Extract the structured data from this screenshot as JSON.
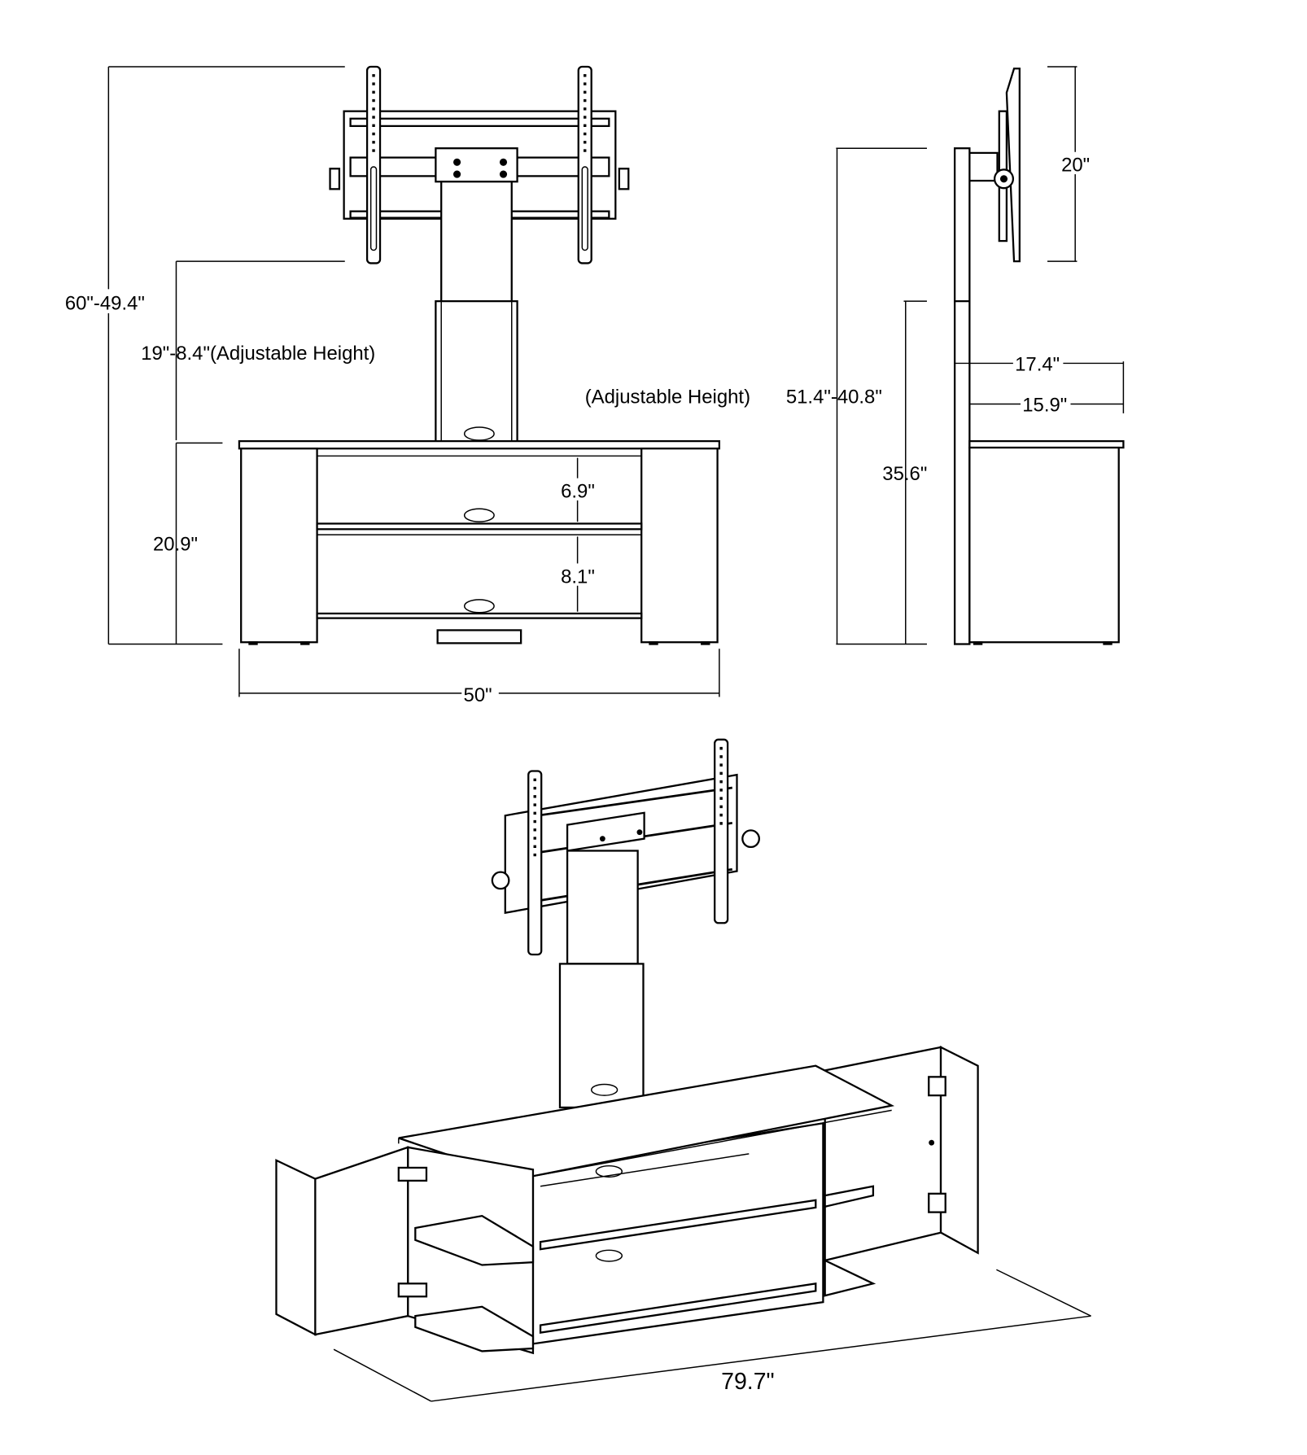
{
  "front_view": {
    "overall_height": "60\"-49.4\"",
    "mount_adjust": "19\"-8.4\"(Adjustable Height)",
    "cabinet_height": "20.9\"",
    "width": "50\"",
    "upper_shelf_gap": "6.9\"",
    "lower_shelf_gap": "8.1\""
  },
  "side_view": {
    "mount_height": "20\"",
    "adjustable_label": "(Adjustable Height)",
    "pole_height": "51.4\"-40.8\"",
    "pole_base_height": "35.6\"",
    "depth_total": "17.4\"",
    "depth_cabinet": "15.9\""
  },
  "perspective_view": {
    "extended_width": "79.7\""
  }
}
